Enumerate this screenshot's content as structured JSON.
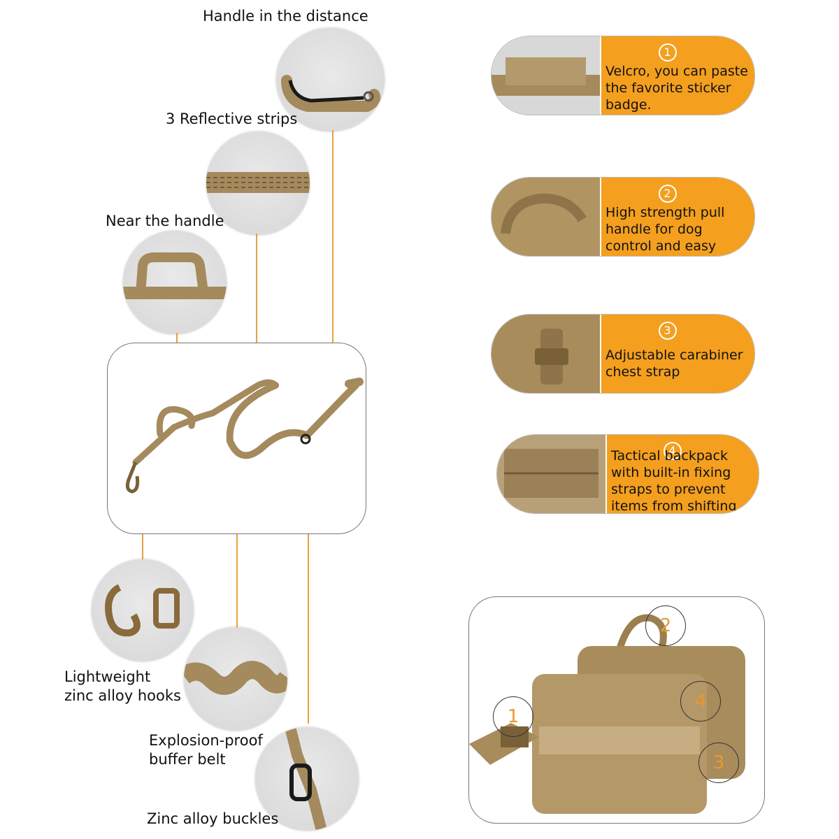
{
  "left_callouts": {
    "handle_distance": "Handle in the distance",
    "reflective": "3 Reflective strips",
    "near_handle": "Near the handle",
    "hooks": "Lightweight zinc alloy hooks",
    "buffer": "Explosion-proof buffer belt",
    "buckles": "Zinc alloy buckles"
  },
  "features": [
    {
      "num": "1",
      "text": "Velcro, you can paste the favorite sticker badge."
    },
    {
      "num": "2",
      "text": "High strength pull handle for dog control and easy handling."
    },
    {
      "num": "3",
      "text": "Adjustable carabiner chest strap"
    },
    {
      "num": "4",
      "text": "Tactical backpack with built-in fixing straps to prevent items from shifting"
    }
  ],
  "backpack_markers": [
    "1",
    "2",
    "3",
    "4"
  ],
  "colors": {
    "accent": "#f49f1e",
    "product": "#a48a5c",
    "line": "#e8a040"
  }
}
